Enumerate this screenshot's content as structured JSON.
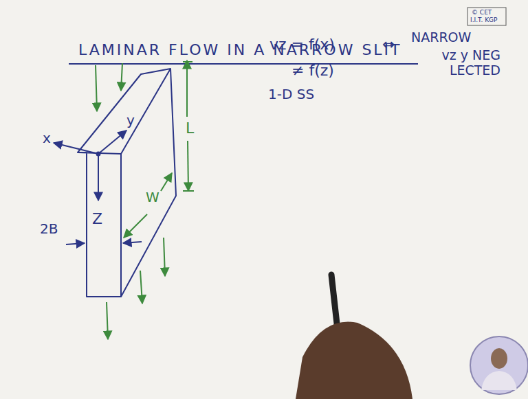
{
  "diagram": {
    "title": "LAMINAR FLOW IN A NARROW SLIT",
    "labels": [
      "© CET",
      "I.I.T. KGP",
      "vz = f(x)",
      "⇔",
      "NARROW",
      "≠ f(z)",
      "vz y NEG LECTED",
      "1-D SS",
      "y",
      "x",
      "Z",
      "L",
      "W",
      "2B"
    ]
  }
}
